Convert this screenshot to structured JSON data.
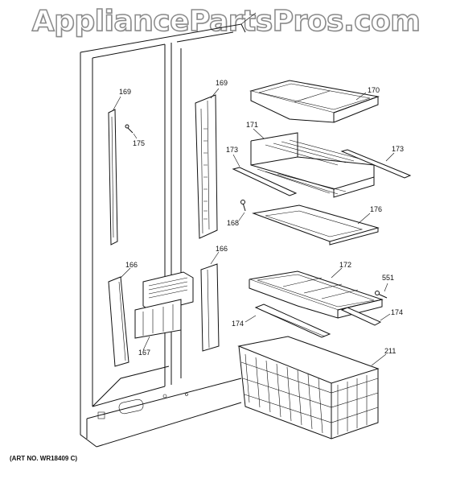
{
  "watermark": "AppliancePartsPros.com",
  "art_number": "(ART NO. WR18409 C)",
  "callouts": {
    "c169_left": "169",
    "c169_right": "169",
    "c170": "170",
    "c171": "171",
    "c175": "175",
    "c173_left": "173",
    "c173_right": "173",
    "c168": "168",
    "c176": "176",
    "c166_left": "166",
    "c166_right": "166",
    "c172": "172",
    "c551": "551",
    "c174_left": "174",
    "c174_right": "174",
    "c167": "167",
    "c211": "211"
  }
}
